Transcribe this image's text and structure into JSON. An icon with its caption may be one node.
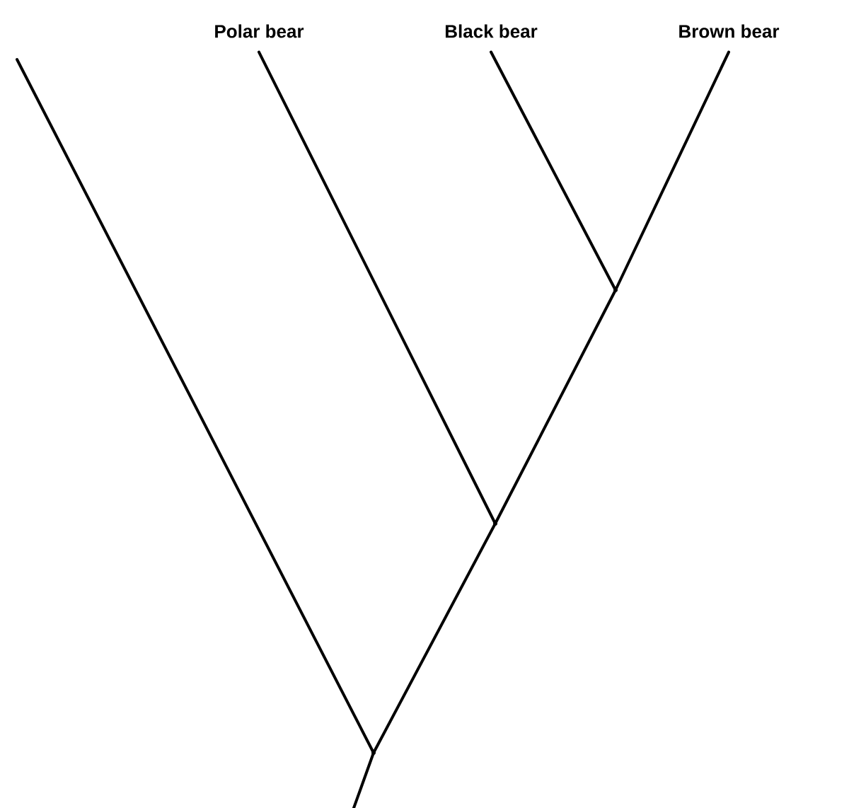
{
  "diagram": {
    "nodes": [
      {
        "text": [
          "Polar bear"
        ]
      },
      {
        "text": [
          "Black bear"
        ]
      },
      {
        "text": [
          "Brown bear"
        ]
      },
      {
        "text": [],
        "shape": "point"
      },
      {
        "text": [],
        "shape": "point"
      },
      {
        "text": [],
        "shape": "point"
      }
    ],
    "edges": [
      {
        "from": 3,
        "to": 1,
        "arrow": "none"
      },
      {
        "from": 3,
        "to": 2,
        "arrow": "none"
      },
      {
        "from": 4,
        "to": 0,
        "arrow": "none"
      },
      {
        "from": 4,
        "to": 3,
        "arrow": "none"
      },
      {
        "from": 5,
        "to": 4,
        "arrow": "none"
      },
      {
        "from": 5,
        "to": null,
        "arrow": "none"
      },
      {
        "from": null,
        "to": 5,
        "arrow": "none"
      }
    ]
  }
}
